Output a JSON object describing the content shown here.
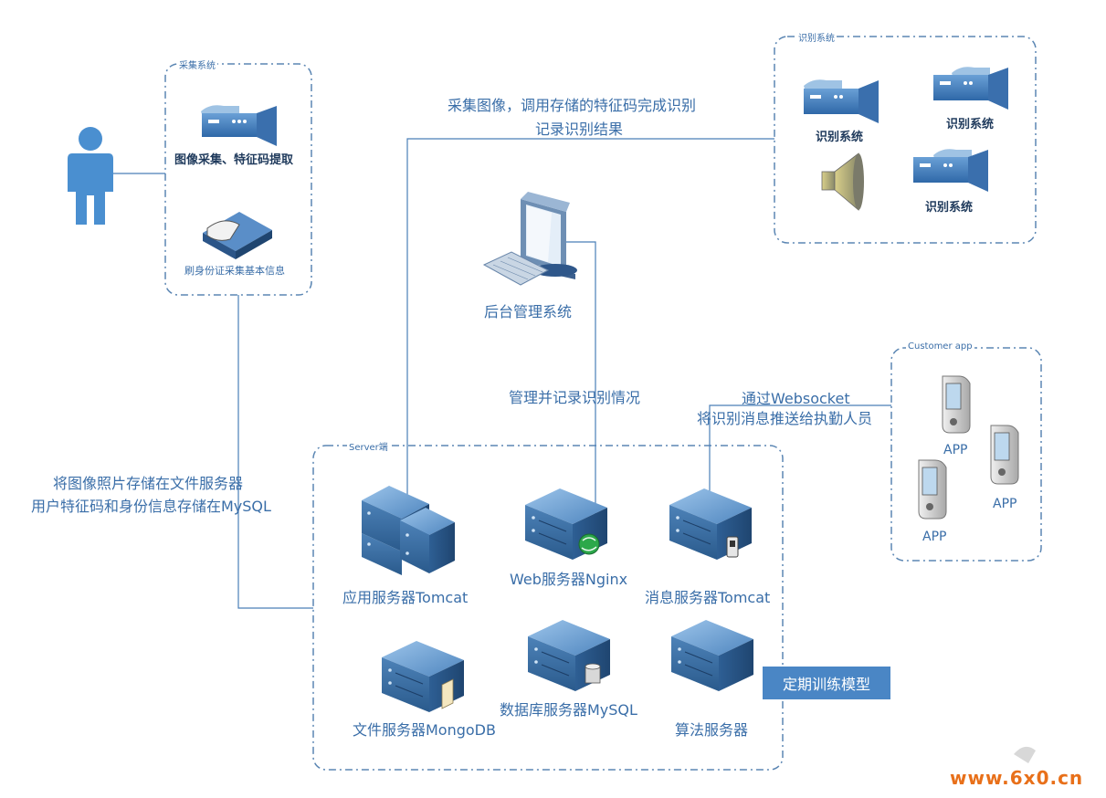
{
  "groups": {
    "collect": "采集系统",
    "recognize": "识别系统",
    "server": "Server端",
    "customer": "Customer app"
  },
  "collect": {
    "camera_label": "图像采集、特征码提取",
    "id_reader_label": "刷身份证采集基本信息"
  },
  "recognize": {
    "cam1": "识别系统",
    "cam2": "识别系统",
    "cam3": "识别系统"
  },
  "admin": {
    "label": "后台管理系统"
  },
  "servers": {
    "app": "应用服务器Tomcat",
    "web": "Web服务器Nginx",
    "msg": "消息服务器Tomcat",
    "file": "文件服务器MongoDB",
    "db": "数据库服务器MySQL",
    "algo": "算法服务器"
  },
  "apps": [
    "APP",
    "APP",
    "APP"
  ],
  "flows": {
    "recognize_line1": "采集图像，调用存储的特征码完成识别",
    "recognize_line2": "记录识别结果",
    "admin_flow": "管理并记录识别情况",
    "ws_line1": "通过Websocket",
    "ws_line2": "将识别消息推送给执勤人员",
    "store_line1": "将图像照片存储在文件服务器",
    "store_line2": "用户特征码和身份信息存储在MySQL"
  },
  "train_button": "定期训练模型",
  "watermark": "www.6x0.cn"
}
